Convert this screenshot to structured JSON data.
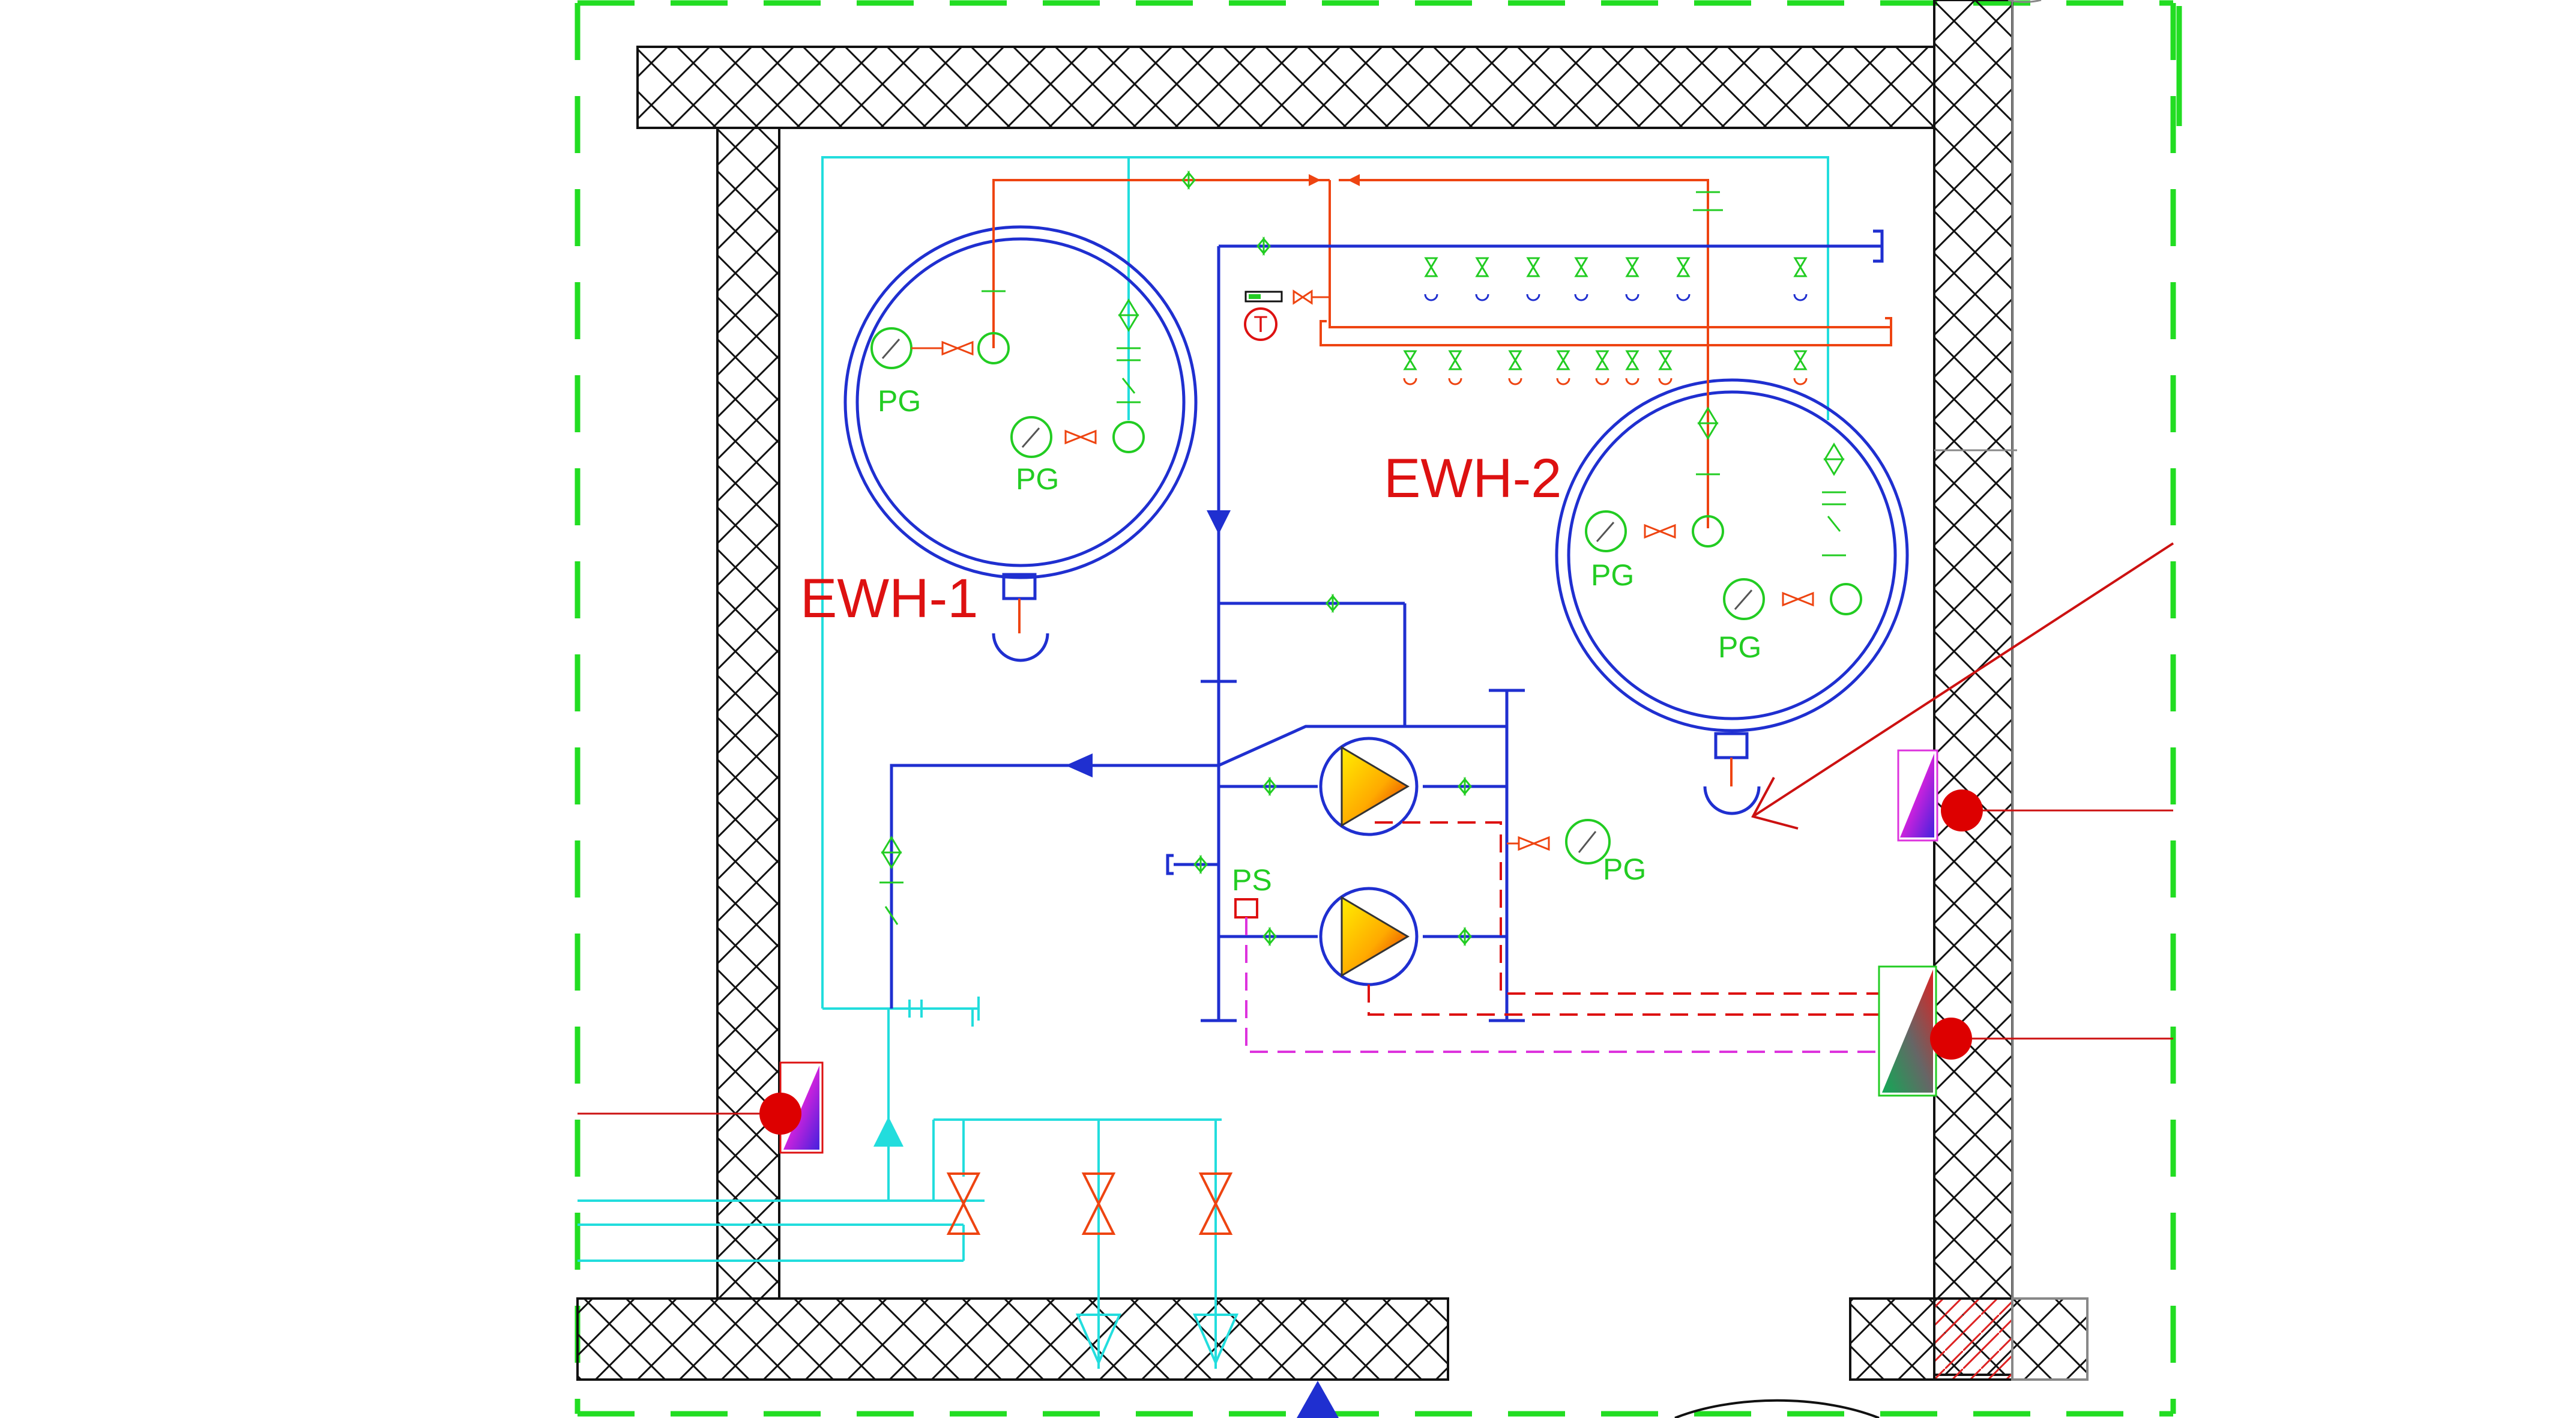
{
  "colors": {
    "boundary": "#22dd22",
    "wall": "#111111",
    "cold": "#22dddd",
    "hot": "#ee4411",
    "supply": "#1f2fd0",
    "valve": "#22cc22",
    "alarm": "#dd1111",
    "signal": "#dd33dd"
  },
  "heaters": [
    {
      "id": "ewh1",
      "label": "EWH-1"
    },
    {
      "id": "ewh2",
      "label": "EWH-2"
    }
  ],
  "gauges": {
    "ewh1_a": "PG",
    "ewh1_b": "PG",
    "ewh2_a": "PG",
    "ewh2_b": "PG",
    "pump_discharge": "PG"
  },
  "switch_label": "PS",
  "thermometer_label": "T",
  "pumps": [
    {
      "id": "pump-1"
    },
    {
      "id": "pump-2"
    }
  ]
}
